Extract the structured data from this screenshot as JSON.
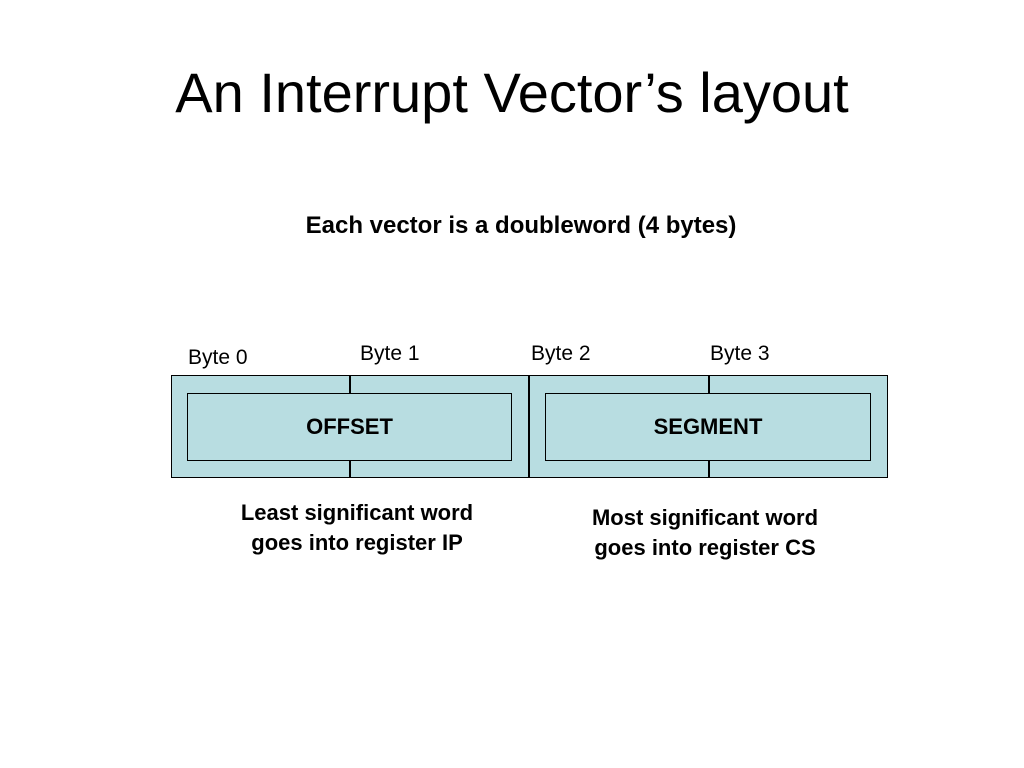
{
  "title": "An Interrupt Vector’s layout",
  "subtitle": "Each vector is a doubleword (4 bytes)",
  "bytes": [
    "Byte 0",
    "Byte 1",
    "Byte 2",
    "Byte 3"
  ],
  "fields": {
    "offset": "OFFSET",
    "segment": "SEGMENT"
  },
  "captions": {
    "ip_line1": "Least significant word",
    "ip_line2": "goes into register IP",
    "cs_line1": "Most significant word",
    "cs_line2": "goes into register CS"
  },
  "colors": {
    "box_fill": "#b8dde1",
    "border": "#000000"
  }
}
